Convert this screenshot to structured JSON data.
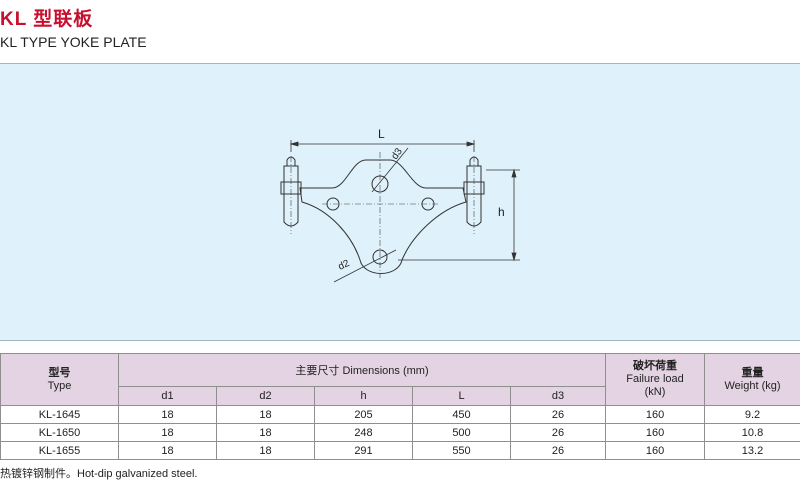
{
  "header": {
    "title_cn": "KL 型联板",
    "title_en": "KL TYPE YOKE PLATE"
  },
  "figure": {
    "label_L": "L",
    "label_h": "h",
    "label_d2": "d2",
    "label_d3": "d3"
  },
  "table": {
    "col_type_cn": "型号",
    "col_type_en": "Type",
    "col_dimensions": "主要尺寸 Dimensions (mm)",
    "col_load_cn": "破坏荷重",
    "col_load_en": "Failure load",
    "col_load_unit": "(kN)",
    "col_weight_cn": "重量",
    "col_weight_en": "Weight (kg)",
    "sub_d1": "d1",
    "sub_d2": "d2",
    "sub_h": "h",
    "sub_L": "L",
    "sub_d3": "d3",
    "rows": [
      {
        "type": "KL-1645",
        "d1": "18",
        "d2": "18",
        "h": "205",
        "L": "450",
        "d3": "26",
        "load": "160",
        "weight": "9.2"
      },
      {
        "type": "KL-1650",
        "d1": "18",
        "d2": "18",
        "h": "248",
        "L": "500",
        "d3": "26",
        "load": "160",
        "weight": "10.8"
      },
      {
        "type": "KL-1655",
        "d1": "18",
        "d2": "18",
        "h": "291",
        "L": "550",
        "d3": "26",
        "load": "160",
        "weight": "13.2"
      }
    ]
  },
  "footnote": "热镀锌钢制件。Hot-dip galvanized steel."
}
